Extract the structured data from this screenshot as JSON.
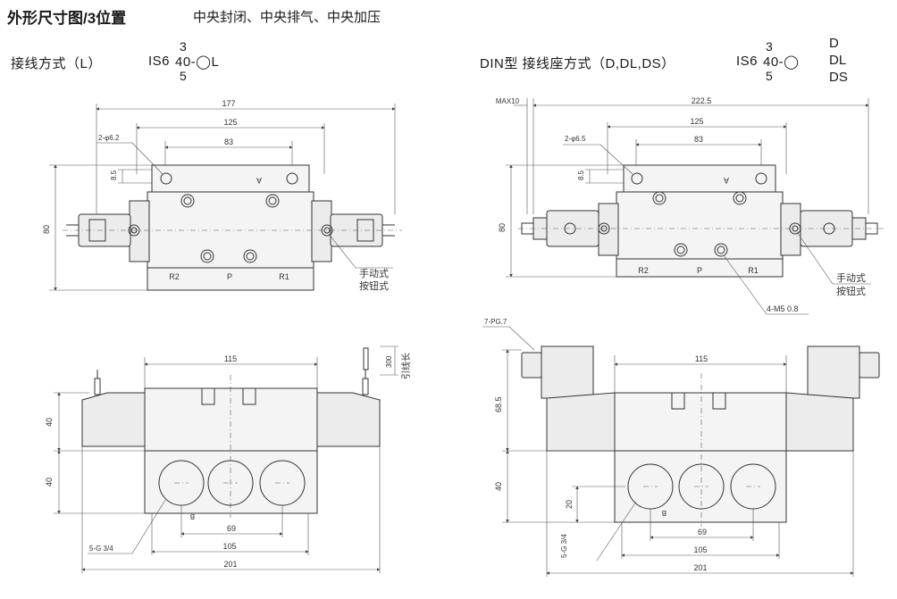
{
  "header": {
    "title": "外形尺寸图/3位置",
    "subtitle": "中央封闭、中央排气、中央加压"
  },
  "left_panel": {
    "method_label": "接线方式（L）",
    "model_prefix": "IS6",
    "model_suffix": "40-◯L",
    "model_sup": "3",
    "model_sub": "5"
  },
  "right_panel": {
    "method_label": "DIN型 接线座方式（D,DL,DS）",
    "model_prefix": "IS6",
    "model_suffix": "40-◯",
    "model_sup": "3",
    "model_sub": "5",
    "options": [
      "D",
      "DL",
      "DS"
    ]
  },
  "dims": {
    "l177": "177",
    "l125": "125",
    "l83": "83",
    "l_hole": "2-φ6.2",
    "l85": "8.5",
    "l80": "80",
    "l_port_a": "A",
    "l_r2": "R2",
    "l_p": "P",
    "l_r1": "R1",
    "l_manual1": "手动式",
    "l_manual2": "按钮式",
    "l115": "115",
    "l300": "300",
    "l_lead": "引线长",
    "l40a": "40",
    "l40b": "40",
    "l_b": "B",
    "l69": "69",
    "l105": "105",
    "l_g": "5-G 3/4",
    "l201": "201",
    "r_max": "MAX10",
    "r222": "222.5",
    "r125": "125",
    "r83": "83",
    "r_hole": "2-φ6.5",
    "r85": "8.5",
    "r80": "80",
    "r_port_a": "A",
    "r_r2": "R2",
    "r_p": "P",
    "r_r1": "R1",
    "r_manual1": "手动式",
    "r_manual2": "按钮式",
    "r_m5": "4-M5  0.8",
    "r_pg": "7-PG.7",
    "r115": "115",
    "r685": "68.5",
    "r40": "40",
    "r20": "20",
    "r_b": "B",
    "r_g": "5-G 3/4",
    "r69": "69",
    "r105": "105",
    "r201": "201"
  }
}
